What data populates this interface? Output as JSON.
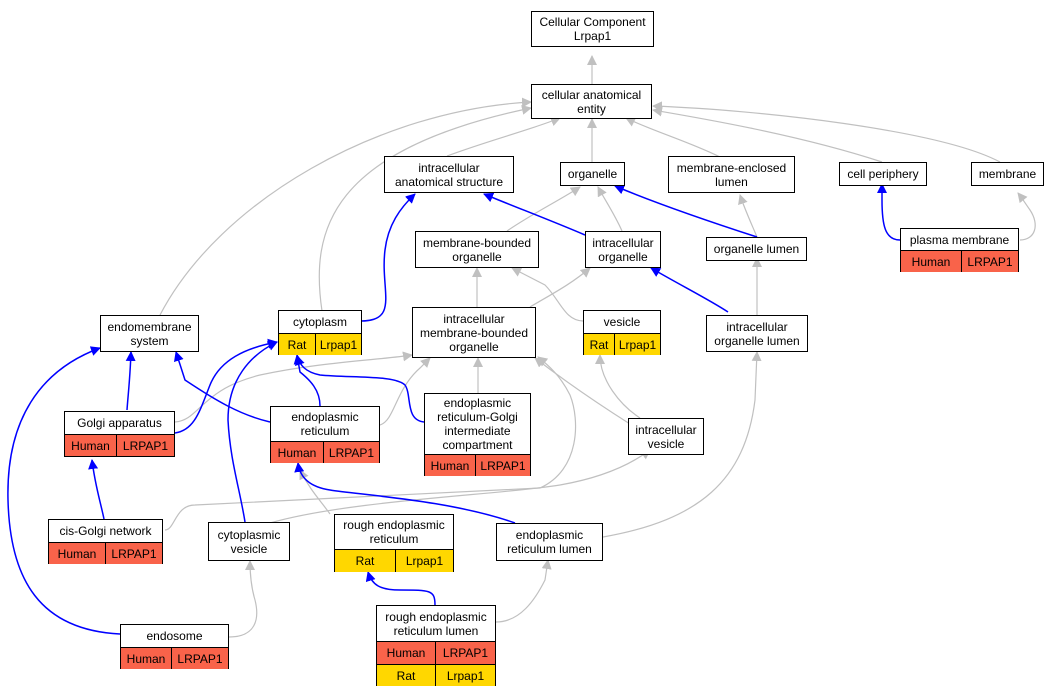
{
  "colors": {
    "grey_edge": "#c0c0c0",
    "blue_edge": "#0000ff",
    "human": "#f9634a",
    "rat": "#ffd700"
  },
  "nodes": {
    "cellular_component": {
      "label": "Cellular Component\nLrpap1"
    },
    "cellular_anatomical_entity": {
      "label": "cellular anatomical\nentity"
    },
    "intracellular_anatomical_structure": {
      "label": "intracellular\nanatomical structure"
    },
    "organelle": {
      "label": "organelle"
    },
    "membrane_enclosed_lumen": {
      "label": "membrane-enclosed\nlumen"
    },
    "cell_periphery": {
      "label": "cell periphery"
    },
    "membrane": {
      "label": "membrane"
    },
    "membrane_bounded_organelle": {
      "label": "membrane-bounded\norganelle"
    },
    "intracellular_organelle": {
      "label": "intracellular\norganelle"
    },
    "organelle_lumen": {
      "label": "organelle lumen"
    },
    "plasma_membrane": {
      "label": "plasma membrane",
      "species": "Human",
      "gene": "LRPAP1"
    },
    "endomembrane_system": {
      "label": "endomembrane\nsystem"
    },
    "cytoplasm": {
      "label": "cytoplasm",
      "species": "Rat",
      "gene": "Lrpap1"
    },
    "intracellular_membrane_bounded_organelle": {
      "label": "intracellular\nmembrane-bounded\norganelle"
    },
    "vesicle": {
      "label": "vesicle",
      "species": "Rat",
      "gene": "Lrpap1"
    },
    "intracellular_organelle_lumen": {
      "label": "intracellular\norganelle lumen"
    },
    "golgi_apparatus": {
      "label": "Golgi apparatus",
      "species": "Human",
      "gene": "LRPAP1"
    },
    "endoplasmic_reticulum": {
      "label": "endoplasmic\nreticulum",
      "species": "Human",
      "gene": "LRPAP1"
    },
    "er_golgi_intermediate_compartment": {
      "label": "endoplasmic\nreticulum-Golgi\nintermediate\ncompartment",
      "species": "Human",
      "gene": "LRPAP1"
    },
    "intracellular_vesicle": {
      "label": "intracellular\nvesicle"
    },
    "cis_golgi_network": {
      "label": "cis-Golgi network",
      "species": "Human",
      "gene": "LRPAP1"
    },
    "cytoplasmic_vesicle": {
      "label": "cytoplasmic\nvesicle"
    },
    "rough_endoplasmic_reticulum": {
      "label": "rough endoplasmic\nreticulum",
      "species": "Rat",
      "gene": "Lrpap1"
    },
    "endoplasmic_reticulum_lumen": {
      "label": "endoplasmic\nreticulum lumen"
    },
    "endosome": {
      "label": "endosome",
      "species": "Human",
      "gene": "LRPAP1"
    },
    "rough_er_lumen": {
      "label": "rough endoplasmic\nreticulum lumen",
      "annotations": [
        {
          "species": "Human",
          "gene": "LRPAP1"
        },
        {
          "species": "Rat",
          "gene": "Lrpap1"
        }
      ]
    }
  }
}
